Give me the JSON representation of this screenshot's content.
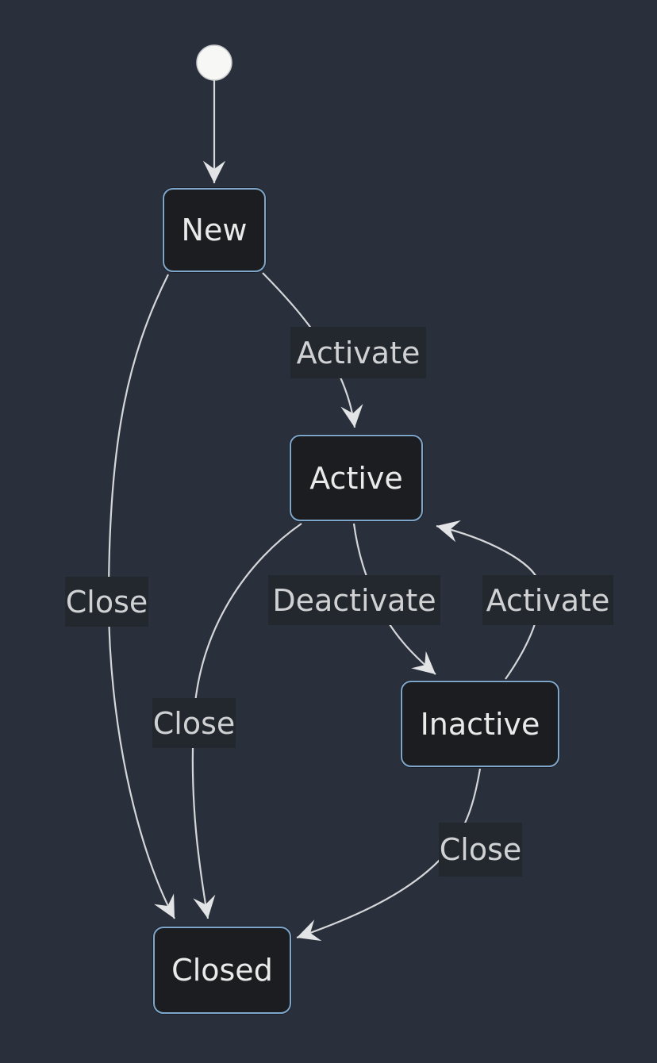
{
  "diagram": {
    "type": "state-diagram",
    "background_color": "#2a2f3c",
    "node_fill_color": "#1b1d20",
    "node_border_color": "#7da6ca",
    "node_text_color": "#eaeaea",
    "edge_line_color": "#d4d6d8",
    "edge_label_bg_color": "#23272e",
    "edge_label_text_color": "#cfd1d3",
    "initial_state_marker": "filled-circle",
    "states": [
      {
        "id": "new",
        "label": "New"
      },
      {
        "id": "active",
        "label": "Active"
      },
      {
        "id": "inactive",
        "label": "Inactive"
      },
      {
        "id": "closed",
        "label": "Closed"
      }
    ],
    "transitions": [
      {
        "from": "start",
        "to": "new",
        "label": ""
      },
      {
        "from": "new",
        "to": "active",
        "label": "Activate"
      },
      {
        "from": "new",
        "to": "closed",
        "label": "Close"
      },
      {
        "from": "active",
        "to": "inactive",
        "label": "Deactivate"
      },
      {
        "from": "inactive",
        "to": "active",
        "label": "Activate"
      },
      {
        "from": "active",
        "to": "closed",
        "label": "Close"
      },
      {
        "from": "inactive",
        "to": "closed",
        "label": "Close"
      }
    ]
  }
}
